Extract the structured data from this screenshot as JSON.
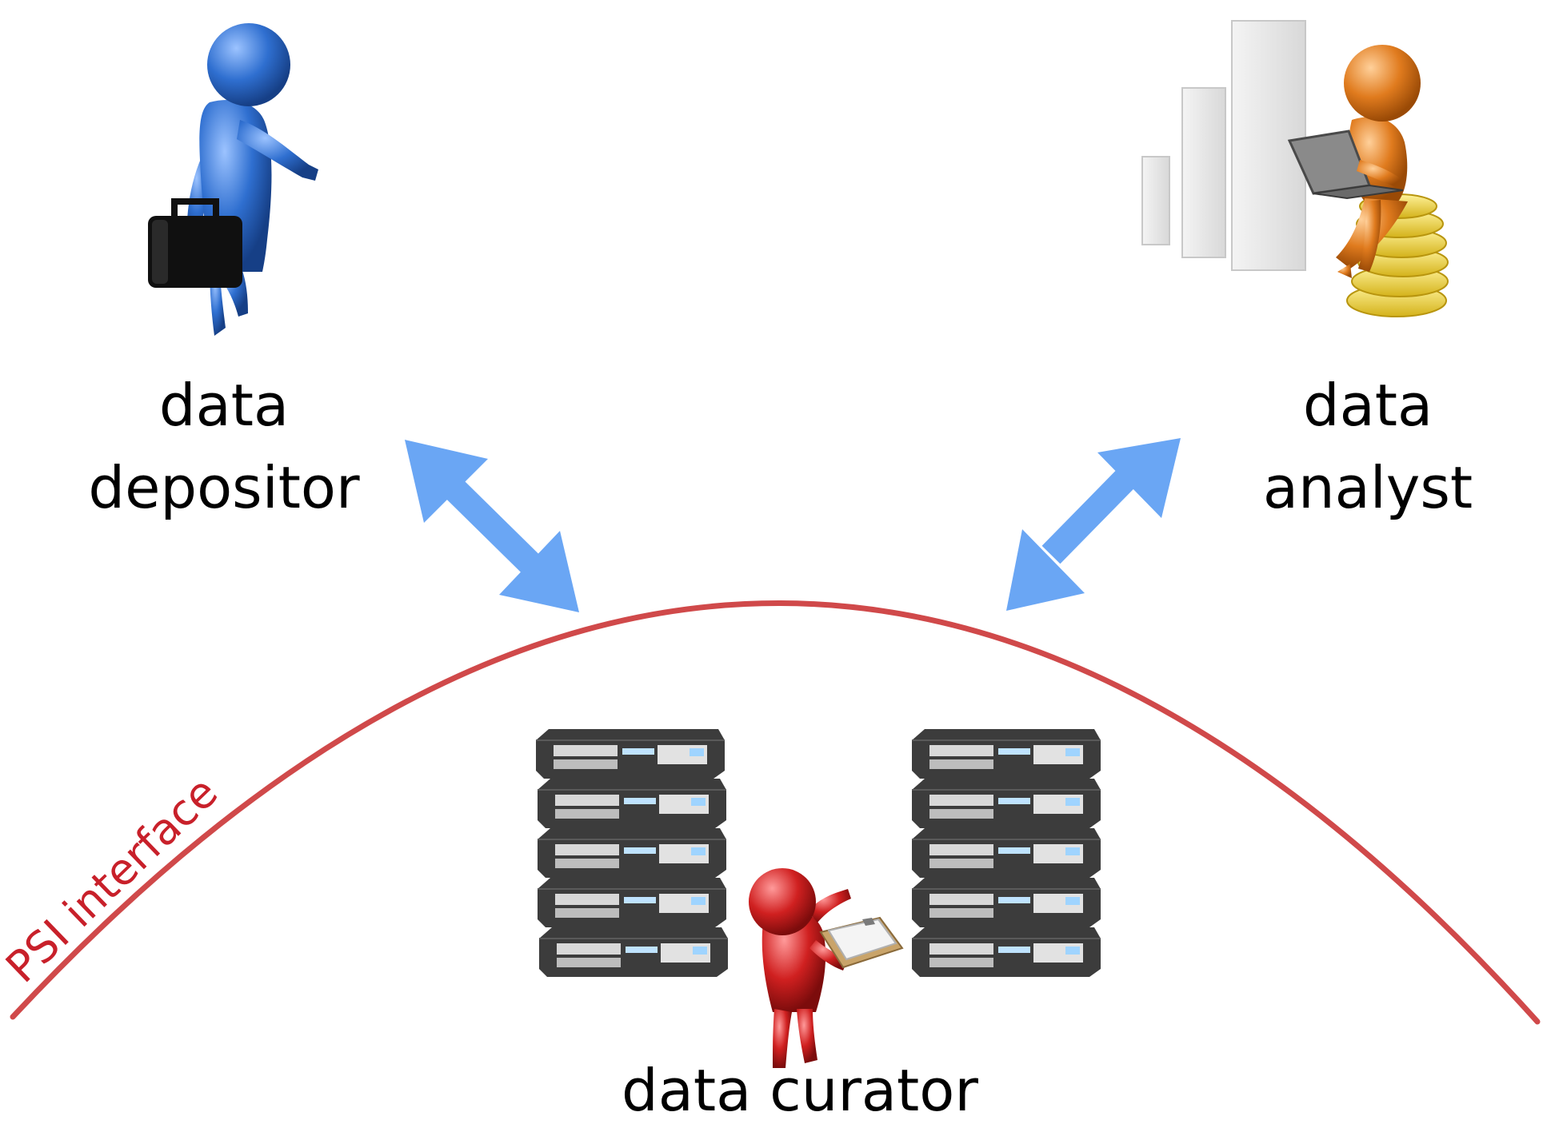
{
  "roles": {
    "depositor": {
      "line1": "data",
      "line2": "depositor"
    },
    "analyst": {
      "line1": "data",
      "line2": "analyst"
    },
    "curator": {
      "label": "data curator"
    }
  },
  "interface": {
    "label": "PSI interface"
  },
  "colors": {
    "interface_curve": "#d0494a",
    "interface_text": "#c8202a",
    "arrow": "#6aa6f4",
    "depositor_figure": "#2f6fd0",
    "analyst_figure": "#e07b1e",
    "curator_figure": "#d02020",
    "server": "#3c3c3c",
    "coins": "#f0d73a"
  },
  "icons": [
    "briefcase-icon",
    "laptop-icon",
    "coin-stack-icon",
    "bar-chart-icon",
    "server-rack-icon",
    "clipboard-icon"
  ]
}
